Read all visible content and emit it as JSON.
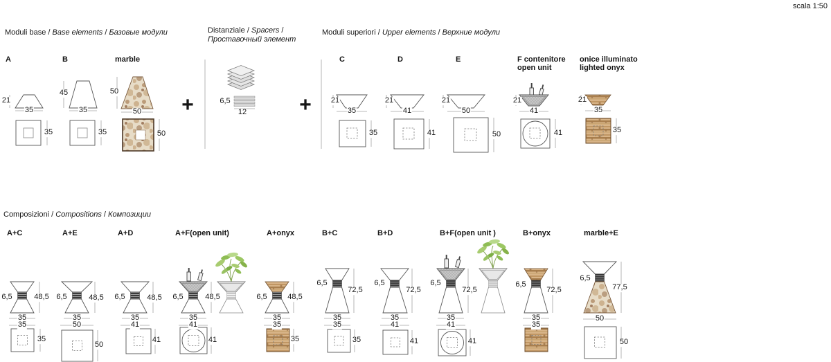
{
  "scale_note": "scala 1:50",
  "sep": " / ",
  "tail": " /",
  "plus": "+",
  "sections": {
    "base": {
      "it": "Moduli base",
      "en": "Base elements",
      "ru": "Базовые модули"
    },
    "spacers": {
      "it": "Distanziale",
      "en": "Spacers",
      "ru": "Проставочный элемент"
    },
    "upper": {
      "it": "Moduli superiori",
      "en": "Upper elements",
      "ru": "Верхние модули"
    },
    "compositions": {
      "it": "Composizioni",
      "en": "Compositions",
      "ru": "Композиции"
    }
  },
  "modules": {
    "A": {
      "label": "A",
      "height": "21",
      "width": "35",
      "plan": "35"
    },
    "B": {
      "label": "B",
      "height": "45",
      "width": "35",
      "plan": "35"
    },
    "marble": {
      "label": "marble",
      "height": "50",
      "width": "50",
      "plan": "50"
    },
    "spacer": {
      "thickness": "6,5",
      "width": "12"
    },
    "C": {
      "label": "C",
      "height": "21",
      "width": "35",
      "plan": "35"
    },
    "D": {
      "label": "D",
      "height": "21",
      "width": "41",
      "plan": "41"
    },
    "E": {
      "label": "E",
      "height": "21",
      "width": "50",
      "plan": "50"
    },
    "F": {
      "label_line1": "F contenitore",
      "label_line2": "open unit",
      "height": "21",
      "width": "41",
      "plan": "41"
    },
    "onyx": {
      "label_line1": "onice illuminato",
      "label_line2": "lighted onyx",
      "height": "21",
      "width": "35",
      "plan": "35"
    }
  },
  "compositions": [
    {
      "label": "A+C",
      "spacer": "6,5",
      "total_height": "48,5",
      "base_width": "35",
      "top_width": "35",
      "plan": "35"
    },
    {
      "label": "A+E",
      "spacer": "6,5",
      "total_height": "48,5",
      "base_width": "35",
      "top_width": "50",
      "plan": "50"
    },
    {
      "label": "A+D",
      "spacer": "6,5",
      "total_height": "48,5",
      "base_width": "35",
      "top_width": "41",
      "plan": "41"
    },
    {
      "label": "A+F(open unit)",
      "spacer": "6,5",
      "total_height": "48,5",
      "base_width": "35",
      "top_width": "41",
      "plan": "41"
    },
    {
      "label": "A+onyx",
      "spacer": "6,5",
      "total_height": "48,5",
      "base_width": "35",
      "top_width": "35",
      "plan": "35"
    },
    {
      "label": "B+C",
      "spacer": "6,5",
      "total_height": "72,5",
      "base_width": "35",
      "top_width": "35",
      "plan": "35"
    },
    {
      "label": "B+D",
      "spacer": "6,5",
      "total_height": "72,5",
      "base_width": "35",
      "top_width": "41",
      "plan": "41"
    },
    {
      "label": "B+F(open unit )",
      "spacer": "6,5",
      "total_height": "72,5",
      "base_width": "35",
      "top_width": "41",
      "plan": "41"
    },
    {
      "label": "B+onyx",
      "spacer": "6,5",
      "total_height": "72,5",
      "base_width": "35",
      "top_width": "35"
    },
    {
      "label": "marble+E",
      "spacer": "6,5",
      "total_height": "77,5",
      "base_width": "50",
      "plan": "50"
    }
  ],
  "colors": {
    "line": "#555555",
    "dim_line": "#a3a3a3",
    "marble_base": "#e7dcc7",
    "marble_vein": "#a87f58",
    "onyx_base": "#d8b488",
    "onyx_band": "#a97f4e",
    "gray_unit": "#c6c6c6",
    "plant_green": "#8fbd55",
    "spacer_dark": "#3a3a3a"
  }
}
